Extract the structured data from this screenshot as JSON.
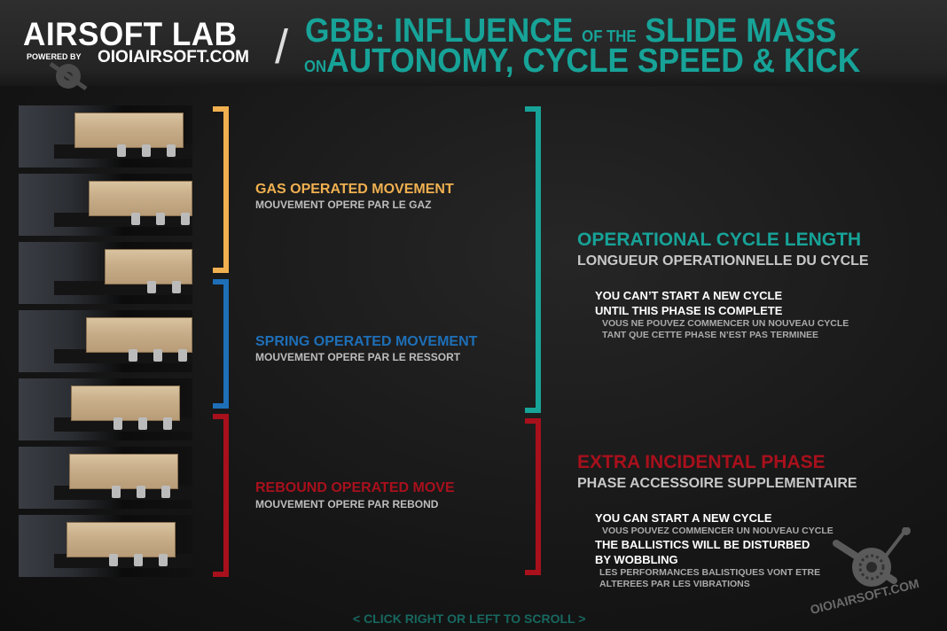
{
  "header": {
    "brand": "AIRSOFT LAB",
    "powered_by": "POWERED BY",
    "site": "OIOIAIRSOFT.COM",
    "separator": "/",
    "title_line1_a": "GBB: INFLUENCE",
    "title_line1_small": "OF THE",
    "title_line1_b": "SLIDE MASS",
    "title_line2_small": "ON",
    "title_line2_b": "AUTONOMY, CYCLE SPEED & KICK"
  },
  "phases": [
    {
      "title": "GAS OPERATED MOVEMENT",
      "subtitle": "MOUVEMENT OPERE PAR LE GAZ",
      "color": "#f0b050"
    },
    {
      "title": "SPRING OPERATED MOVEMENT",
      "subtitle": "MOUVEMENT OPERE PAR LE RESSORT",
      "color": "#1e6fb8"
    },
    {
      "title": "REBOUND OPERATED MOVE",
      "subtitle": "MOUVEMENT OPERE PAR REBOND",
      "color": "#a8101c"
    }
  ],
  "cycle": {
    "title": "OPERATIONAL CYCLE LENGTH",
    "subtitle": "LONGUEUR OPERATIONNELLE DU CYCLE",
    "color": "#17a398",
    "note_en_1": "YOU CAN’T START A NEW CYCLE",
    "note_en_2": "UNTIL THIS PHASE IS COMPLETE",
    "note_fr_1": "VOUS NE POUVEZ COMMENCER UN NOUVEAU CYCLE",
    "note_fr_2": "TANT QUE CETTE PHASE N’EST PAS TERMINEE"
  },
  "extra": {
    "title": "EXTRA INCIDENTAL PHASE",
    "subtitle": "PHASE ACCESSOIRE SUPPLEMENTAIRE",
    "color": "#a8101c",
    "note1_en": "YOU CAN START A NEW CYCLE",
    "note1_fr": "VOUS POUVEZ COMMENCER UN NOUVEAU CYCLE",
    "note2_en_1": "THE BALLISTICS WILL BE DISTURBED",
    "note2_en_2": "BY WOBBLING",
    "note2_fr_1": "LES PERFORMANCES BALISTIQUES VONT ETRE",
    "note2_fr_2": "ALTEREES PAR LES VIBRATIONS"
  },
  "footer": {
    "scroll_hint": "< CLICK RIGHT OR LEFT TO SCROLL >",
    "watermark": "OIOIAIRSOFT.COM"
  }
}
